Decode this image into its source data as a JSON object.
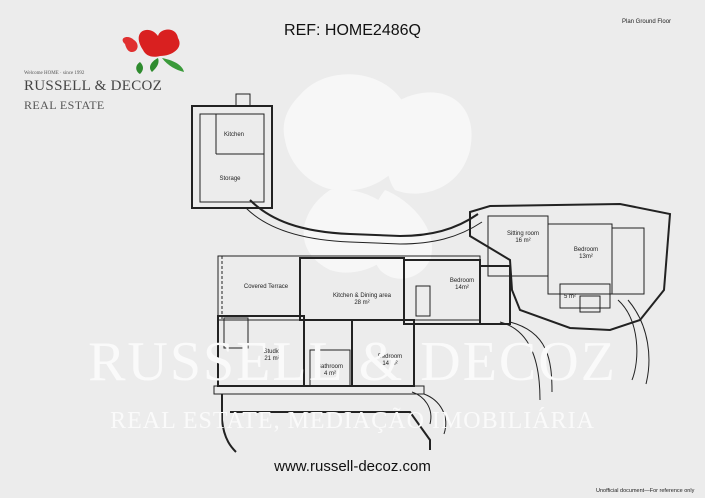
{
  "header": {
    "ref": "REF: HOME2486Q",
    "plan_title": "Plan Ground Floor"
  },
  "brand": {
    "welcome": "Welcome HOME · since 1992",
    "name": "RUSSELL & DECOZ",
    "tagline": "REAL ESTATE",
    "logo_color": "#d92020",
    "leaf_color": "#2e8b2e"
  },
  "watermark": {
    "line1": "RUSSELL & DECOZ",
    "line2": "REAL ESTATE, MEDIAÇÃO IMOBILIÁRIA"
  },
  "rooms": {
    "kitchen": "Kitchen",
    "storage": "Storage",
    "covered_terrace": "Covered Terrace",
    "kitchen_dining": "Kitchen & Dining area",
    "kitchen_dining_area": "28 m²",
    "bedroom_mid": "Bedroom",
    "bedroom_mid_area": "14m²",
    "sitting_room": "Sitting room",
    "sitting_room_area": "16 m²",
    "bedroom_right": "Bedroom",
    "bedroom_right_area": "13m²",
    "bath_right_area": "5 m²",
    "studio": "Studio",
    "studio_area": "21 m²",
    "bathroom": "Bathroom",
    "bathroom_area": "4 m²",
    "bedroom_bottom": "Bedroom",
    "bedroom_bottom_area": "14 m²"
  },
  "footer": {
    "url": "www.russell-decoz.com",
    "disclaimer": "Unofficial document—For reference only"
  }
}
